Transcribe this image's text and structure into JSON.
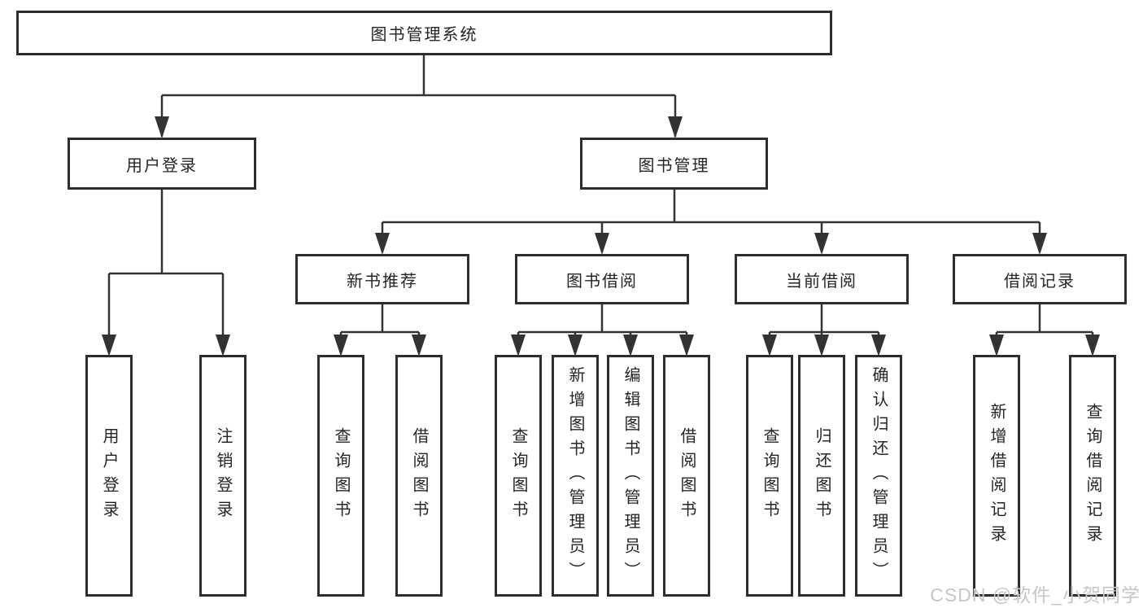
{
  "diagram": {
    "root": {
      "label": "图书管理系统"
    },
    "branches": [
      {
        "label": "用户登录",
        "children": [
          {
            "label": "用户登录"
          },
          {
            "label": "注销登录"
          }
        ]
      },
      {
        "label": "图书管理",
        "children": [
          {
            "label": "新书推荐",
            "children": [
              {
                "label": "查询图书"
              },
              {
                "label": "借阅图书"
              }
            ]
          },
          {
            "label": "图书借阅",
            "children": [
              {
                "label": "查询图书"
              },
              {
                "label": "新增图书（管理员）"
              },
              {
                "label": "编辑图书（管理员）"
              },
              {
                "label": "借阅图书"
              }
            ]
          },
          {
            "label": "当前借阅",
            "children": [
              {
                "label": "查询图书"
              },
              {
                "label": "归还图书"
              },
              {
                "label": "确认归还（管理员）"
              }
            ]
          },
          {
            "label": "借阅记录",
            "children": [
              {
                "label": "新增借阅记录"
              },
              {
                "label": "查询借阅记录"
              }
            ]
          }
        ]
      }
    ]
  },
  "watermark": {
    "text": "CSDN @软件_小贺同学"
  },
  "colors": {
    "line": "#333333",
    "box_border": "#2e2e2e",
    "box_fill": "#ffffff",
    "text": "#252525",
    "watermark": "#c4c7ca"
  }
}
